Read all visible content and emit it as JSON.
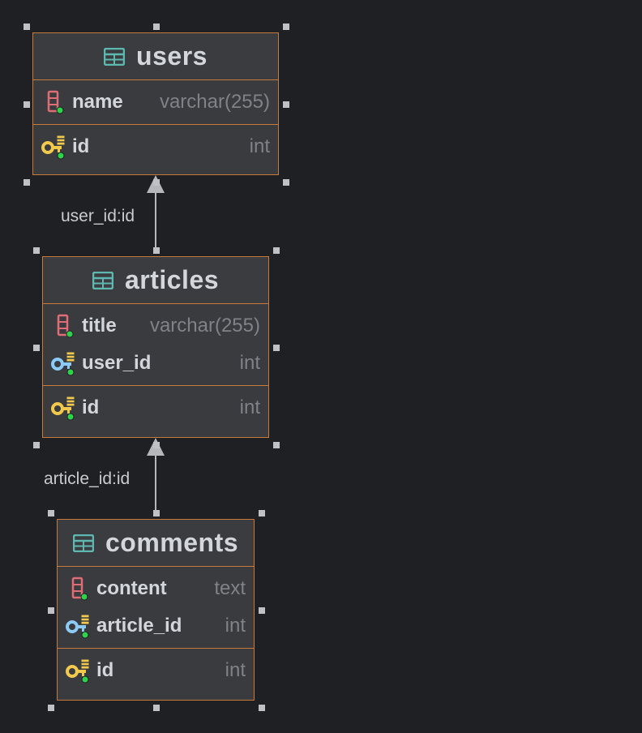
{
  "tables": [
    {
      "name": "users",
      "sections": [
        [
          {
            "name": "name",
            "type": "varchar(255)",
            "icon": "column-icon"
          }
        ],
        [
          {
            "name": "id",
            "type": "int",
            "icon": "primary-key-icon"
          }
        ]
      ]
    },
    {
      "name": "articles",
      "sections": [
        [
          {
            "name": "title",
            "type": "varchar(255)",
            "icon": "column-icon"
          },
          {
            "name": "user_id",
            "type": "int",
            "icon": "foreign-key-icon"
          }
        ],
        [
          {
            "name": "id",
            "type": "int",
            "icon": "primary-key-icon"
          }
        ]
      ]
    },
    {
      "name": "comments",
      "sections": [
        [
          {
            "name": "content",
            "type": "text",
            "icon": "column-icon"
          },
          {
            "name": "article_id",
            "type": "int",
            "icon": "foreign-key-icon"
          }
        ],
        [
          {
            "name": "id",
            "type": "int",
            "icon": "primary-key-icon"
          }
        ]
      ]
    }
  ],
  "connections": [
    {
      "label": "user_id:id",
      "from": "articles",
      "to": "users"
    },
    {
      "label": "article_id:id",
      "from": "comments",
      "to": "articles"
    }
  ],
  "colors": {
    "background": "#1f2023",
    "table_border": "#c87a3a",
    "column_icon": "#e06c75",
    "primary_key_icon": "#f2c94c",
    "foreign_key_icon": "#8ccaf7",
    "table_icon": "#5fb8b0"
  }
}
